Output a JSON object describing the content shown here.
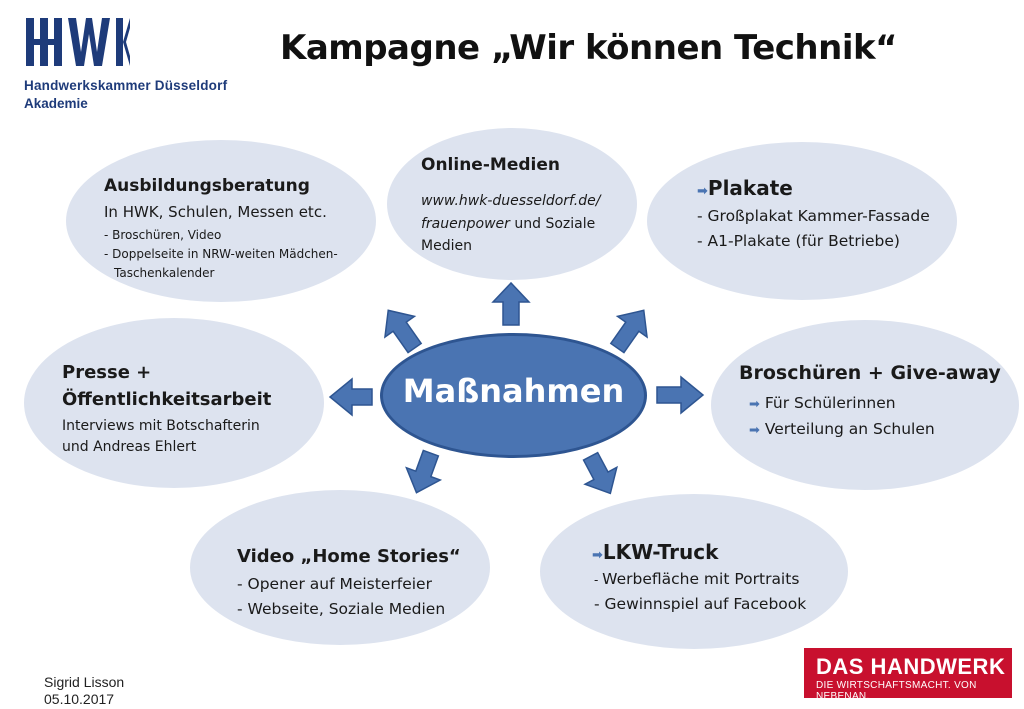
{
  "header": {
    "logo_text": "HWK",
    "org_line1": "Handwerkskammer Düsseldorf",
    "org_line2": "Akademie",
    "title": "Kampagne „Wir können Technik“"
  },
  "center": {
    "label": "Maßnahmen"
  },
  "nodes": {
    "ausbildung": {
      "title": "Ausbildungsberatung",
      "line1": "In HWK, Schulen, Messen etc.",
      "line2": "- Broschüren, Video",
      "line3": "- Doppelseite in NRW-weiten Mädchen-",
      "line4": "Taschenkalender"
    },
    "online": {
      "title": "Online-Medien",
      "line1": "www.hwk-duesseldorf.de/",
      "line2a": "frauenpower",
      "line2b": " und Soziale",
      "line3": "Medien"
    },
    "plakate": {
      "title": "Plakate",
      "line1": "- Großplakat Kammer-Fassade",
      "line2": "- A1-Plakate (für Betriebe)"
    },
    "presse": {
      "title1": "Presse +",
      "title2": "Öffentlichkeitsarbeit",
      "line1": "Interviews mit Botschafterin",
      "line2": "und Andreas Ehlert"
    },
    "broschueren": {
      "title": "Broschüren + Give-away",
      "line1": "Für Schülerinnen",
      "line2": "Verteilung an Schulen"
    },
    "video": {
      "title": "Video „Home Stories“",
      "line1": "- Opener auf Meisterfeier",
      "line2": "- Webseite, Soziale Medien"
    },
    "lkw": {
      "title": "LKW-Truck",
      "line1a": "- ",
      "line1b": "Werbefläche mit Portraits",
      "line2": "- Gewinnspiel auf Facebook"
    }
  },
  "footer": {
    "author": "Sigrid Lisson",
    "date": "05.10.2017"
  },
  "badge": {
    "line1": "DAS HANDWERK",
    "line2": "DIE WIRTSCHAFTSMACHT. VON NEBENAN."
  },
  "colors": {
    "bubble": "#dde3ef",
    "center": "#4a74b2",
    "arrow": "#4a74b2",
    "logo": "#1e3b7a",
    "badge": "#c8102e"
  }
}
